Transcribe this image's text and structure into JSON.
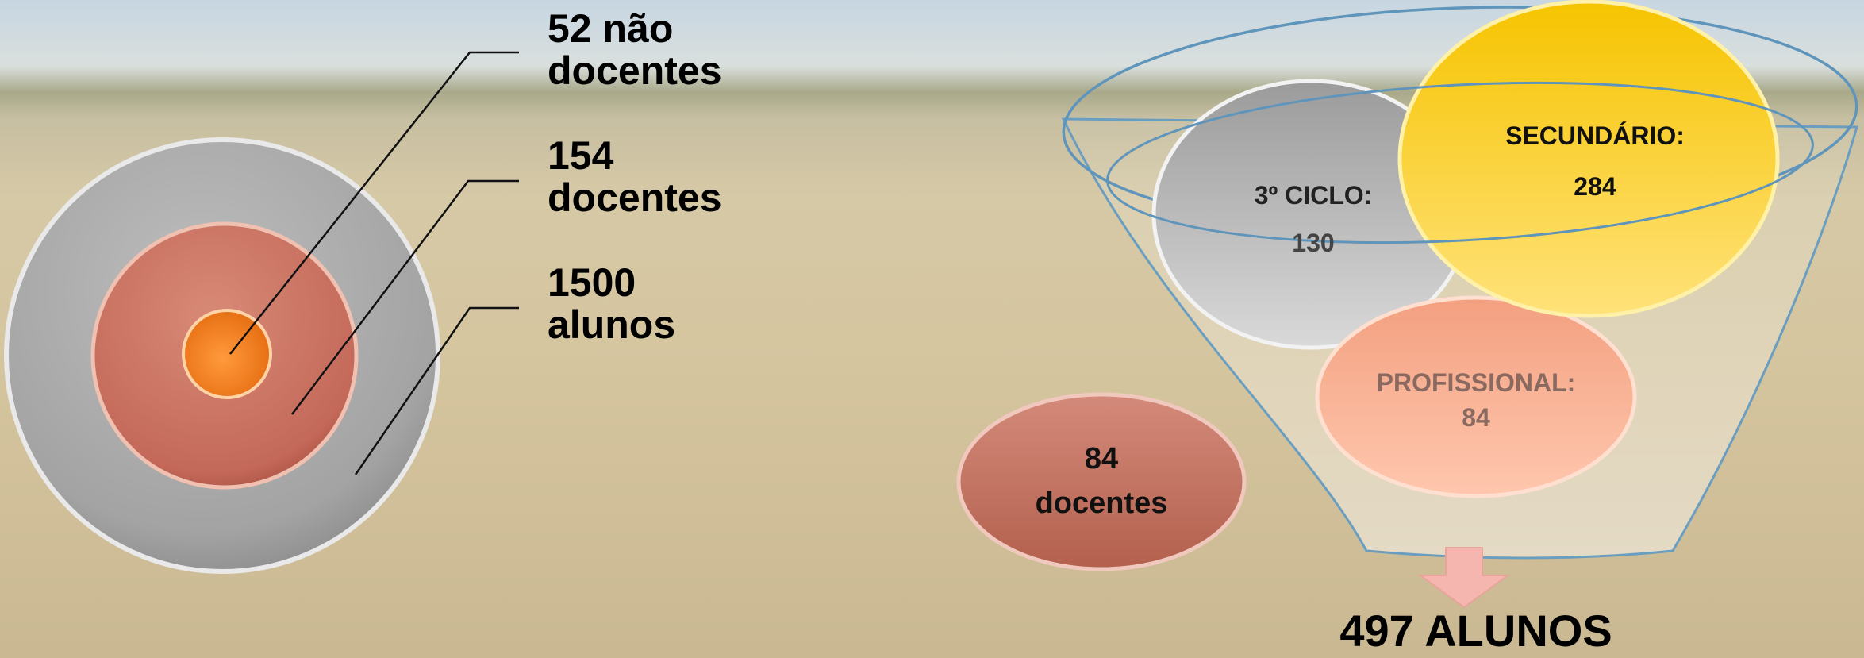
{
  "staff": {
    "nao_docentes": "52 não docentes",
    "docentes": "154 docentes",
    "alunos": "1500 alunos"
  },
  "funnel": {
    "terceiro_ciclo": {
      "label": "3º CICLO:",
      "value": "130"
    },
    "secundario": {
      "label": "SECUNDÁRIO:",
      "value": "284"
    },
    "profissional": {
      "label": "PROFISSIONAL:",
      "value": "84"
    },
    "docentes_line1": "84",
    "docentes_line2": "docentes",
    "total": "497 ALUNOS"
  },
  "colors": {
    "outer_ring": "#a9a9a9",
    "middle_ring": "#c8705c",
    "inner_dot": "#ec7418",
    "terceiro_ciclo": "#a6a6a6",
    "secundario": "#ffcc00",
    "profissional": "#f7a98a",
    "docentes_oval": "#c06c5a",
    "arrow": "#f4b6ae"
  }
}
